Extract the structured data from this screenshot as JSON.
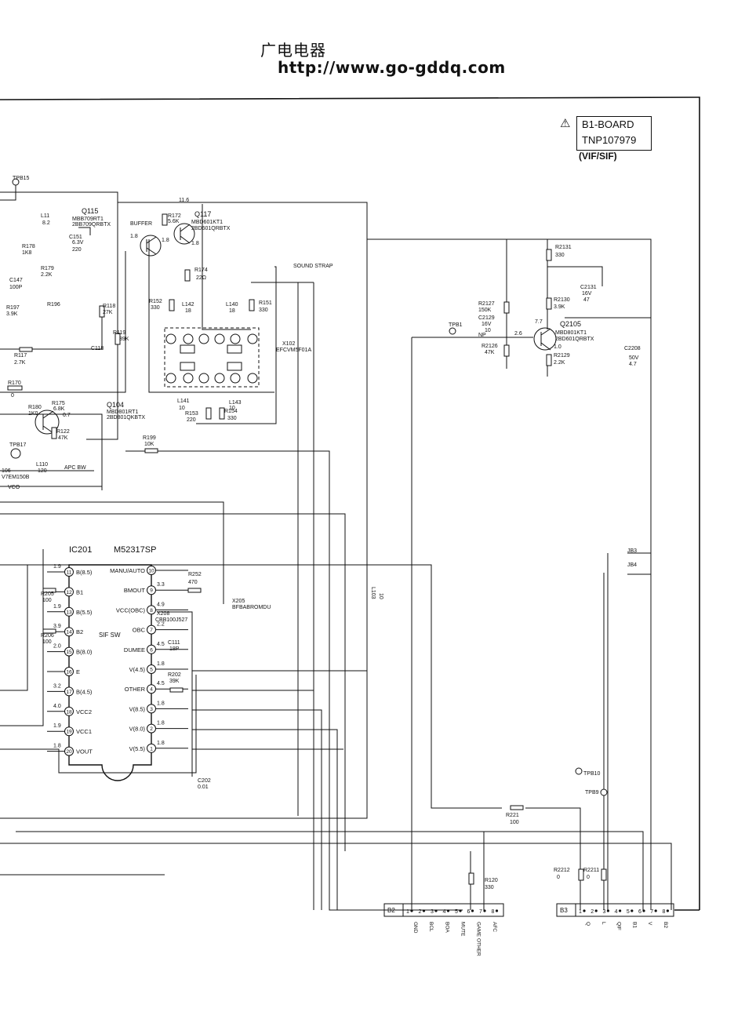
{
  "header": {
    "site_cn": "广电电器",
    "url": "http://www.go-gddq.com"
  },
  "board": {
    "warning": "⚠",
    "name": "B1-BOARD",
    "part": "TNP107979",
    "function": "(VIF/SIF)"
  },
  "ic": {
    "ref": "IC201",
    "part": "M52317SP",
    "left_pins": [
      {
        "num": "11",
        "label": "B(8.5)",
        "volt": "1.9"
      },
      {
        "num": "12",
        "label": "B1",
        "volt": ""
      },
      {
        "num": "13",
        "label": "B(5.5)",
        "volt": "1.9"
      },
      {
        "num": "14",
        "label": "B2",
        "volt": "3.9"
      },
      {
        "num": "15",
        "label": "B(8.0)",
        "volt": "2.0"
      },
      {
        "num": "16",
        "label": "E",
        "volt": ""
      },
      {
        "num": "17",
        "label": "B(4.5)",
        "volt": "3.2"
      },
      {
        "num": "18",
        "label": "VCC2",
        "volt": "4.0"
      },
      {
        "num": "19",
        "label": "VCC1",
        "volt": "1.9"
      },
      {
        "num": "20",
        "label": "VOUT",
        "volt": "1.8"
      }
    ],
    "right_pins": [
      {
        "num": "10",
        "label": "MANU/AUTO",
        "volt": ""
      },
      {
        "num": "9",
        "label": "BMOUT",
        "volt": "3.3"
      },
      {
        "num": "8",
        "label": "VCC(OBC)",
        "volt": "4.9"
      },
      {
        "num": "7",
        "label": "OBC",
        "volt": "2.2"
      },
      {
        "num": "6",
        "label": "DUMEE",
        "volt": "4.5"
      },
      {
        "num": "5",
        "label": "V(4.5)",
        "volt": "1.8"
      },
      {
        "num": "4",
        "label": "OTHER",
        "volt": "4.5"
      },
      {
        "num": "3",
        "label": "V(8.5)",
        "volt": "1.8"
      },
      {
        "num": "2",
        "label": "V(8.0)",
        "volt": "1.8"
      },
      {
        "num": "1",
        "label": "V(5.5)",
        "volt": "1.8"
      }
    ],
    "sif_sw": "SIF SW"
  },
  "labels": [
    {
      "id": "tpb15",
      "text": "TPB15"
    },
    {
      "id": "l11",
      "text": "L11"
    },
    {
      "id": "l11v",
      "text": "8.2"
    },
    {
      "id": "q115",
      "text": "Q115"
    },
    {
      "id": "q115a",
      "text": "MBB709RT1"
    },
    {
      "id": "q115b",
      "text": "2BB709QRBTX"
    },
    {
      "id": "c151",
      "text": "C151"
    },
    {
      "id": "c151a",
      "text": "6.3V"
    },
    {
      "id": "c151b",
      "text": "220"
    },
    {
      "id": "r178",
      "text": "R178"
    },
    {
      "id": "r178v",
      "text": "1K8"
    },
    {
      "id": "r179",
      "text": "R179"
    },
    {
      "id": "r179v",
      "text": "2.2K"
    },
    {
      "id": "c147",
      "text": "C147"
    },
    {
      "id": "c147v",
      "text": "100P"
    },
    {
      "id": "r196",
      "text": "R196"
    },
    {
      "id": "r197",
      "text": "R197"
    },
    {
      "id": "r197v",
      "text": "3.9K"
    },
    {
      "id": "r118",
      "text": "R118"
    },
    {
      "id": "r118v",
      "text": "27K"
    },
    {
      "id": "c118",
      "text": "C118"
    },
    {
      "id": "r119",
      "text": "R119"
    },
    {
      "id": "r119v",
      "text": "39K"
    },
    {
      "id": "r117",
      "text": "R117"
    },
    {
      "id": "r117v",
      "text": "2.7K"
    },
    {
      "id": "r170",
      "text": "R170"
    },
    {
      "id": "r170v",
      "text": "0"
    },
    {
      "id": "r180",
      "text": "R180"
    },
    {
      "id": "r180v",
      "text": "1K0"
    },
    {
      "id": "r175",
      "text": "R175"
    },
    {
      "id": "r175v",
      "text": "6.8K"
    },
    {
      "id": "q104v",
      "text": "0.7"
    },
    {
      "id": "q104",
      "text": "Q104"
    },
    {
      "id": "q104a",
      "text": "MBD801RT1"
    },
    {
      "id": "q104b",
      "text": "2BD801QKBTX"
    },
    {
      "id": "r122",
      "text": "R122"
    },
    {
      "id": "r122v",
      "text": "47K"
    },
    {
      "id": "tpb17",
      "text": "TPB17"
    },
    {
      "id": "l110",
      "text": "L110"
    },
    {
      "id": "l110v",
      "text": "120"
    },
    {
      "id": "apcbw",
      "text": "APC BW"
    },
    {
      "id": "vco",
      "text": "VCO"
    },
    {
      "id": "x106",
      "text": "106"
    },
    {
      "id": "x106p",
      "text": "V7EM150B"
    },
    {
      "id": "v116",
      "text": "11.6"
    },
    {
      "id": "buffer",
      "text": "BUFFER"
    },
    {
      "id": "r172",
      "text": "R172"
    },
    {
      "id": "r172v",
      "text": "5.6K"
    },
    {
      "id": "q117",
      "text": "Q117"
    },
    {
      "id": "q117a",
      "text": "MBD601KT1"
    },
    {
      "id": "q117b",
      "text": "2BD601QRBTX"
    },
    {
      "id": "v18a",
      "text": "1.8"
    },
    {
      "id": "v18b",
      "text": "1.8"
    },
    {
      "id": "v18c",
      "text": "1.8"
    },
    {
      "id": "r174",
      "text": "R174"
    },
    {
      "id": "r174v",
      "text": "22Ω"
    },
    {
      "id": "soundstrap",
      "text": "SOUND STRAP"
    },
    {
      "id": "r152",
      "text": "R152"
    },
    {
      "id": "r152v",
      "text": "330"
    },
    {
      "id": "l142",
      "text": "L142"
    },
    {
      "id": "l142v",
      "text": "18"
    },
    {
      "id": "l140",
      "text": "L140"
    },
    {
      "id": "l140v",
      "text": "18"
    },
    {
      "id": "r151",
      "text": "R151"
    },
    {
      "id": "r151v",
      "text": "330"
    },
    {
      "id": "x102",
      "text": "X102"
    },
    {
      "id": "x102p",
      "text": "EFCVM5F01A"
    },
    {
      "id": "l141",
      "text": "L141"
    },
    {
      "id": "l141v",
      "text": "10"
    },
    {
      "id": "r153",
      "text": "R153"
    },
    {
      "id": "r153v",
      "text": "220"
    },
    {
      "id": "r154",
      "text": "R154"
    },
    {
      "id": "r154v",
      "text": "330"
    },
    {
      "id": "l143",
      "text": "L143"
    },
    {
      "id": "l143v",
      "text": "10"
    },
    {
      "id": "r199",
      "text": "R199"
    },
    {
      "id": "r199v",
      "text": "10K"
    },
    {
      "id": "r2131",
      "text": "R2131"
    },
    {
      "id": "r2131v",
      "text": "330"
    },
    {
      "id": "c2131",
      "text": "C2131"
    },
    {
      "id": "c2131a",
      "text": "16V"
    },
    {
      "id": "c2131b",
      "text": "47"
    },
    {
      "id": "r2127",
      "text": "R2127"
    },
    {
      "id": "r2127v",
      "text": "150K"
    },
    {
      "id": "c2129",
      "text": "C2129"
    },
    {
      "id": "c2129a",
      "text": "16V"
    },
    {
      "id": "c2129b",
      "text": "10"
    },
    {
      "id": "np",
      "text": "NP"
    },
    {
      "id": "r2130",
      "text": "R2130"
    },
    {
      "id": "r2130v",
      "text": "3.9K"
    },
    {
      "id": "tpb1",
      "text": "TPB1"
    },
    {
      "id": "v26",
      "text": "2.6"
    },
    {
      "id": "v77",
      "text": "7.7"
    },
    {
      "id": "q2105",
      "text": "Q2105"
    },
    {
      "id": "q2105a",
      "text": "MBD801KT1"
    },
    {
      "id": "q2105b",
      "text": "2BD601QRBTX"
    },
    {
      "id": "v10",
      "text": "1.0"
    },
    {
      "id": "r2126",
      "text": "R2126"
    },
    {
      "id": "r2126v",
      "text": "47K"
    },
    {
      "id": "r2129",
      "text": "R2129"
    },
    {
      "id": "r2129v",
      "text": "2.2K"
    },
    {
      "id": "c2208",
      "text": "C2208"
    },
    {
      "id": "c2208a",
      "text": "50V"
    },
    {
      "id": "c2208b",
      "text": "4.7"
    },
    {
      "id": "jb3",
      "text": "JB3"
    },
    {
      "id": "jb4",
      "text": "JB4"
    },
    {
      "id": "l103",
      "text": "L103"
    },
    {
      "id": "l103v",
      "text": "10"
    },
    {
      "id": "r252",
      "text": "R252"
    },
    {
      "id": "r252v",
      "text": "470"
    },
    {
      "id": "x205",
      "text": "X205"
    },
    {
      "id": "x205p",
      "text": "BFBABROMDU"
    },
    {
      "id": "x208",
      "text": "X208"
    },
    {
      "id": "x208p",
      "text": "CBB100J527"
    },
    {
      "id": "c111",
      "text": "C111"
    },
    {
      "id": "c111v",
      "text": "18P"
    },
    {
      "id": "r202",
      "text": "R202"
    },
    {
      "id": "r202v",
      "text": "39K"
    },
    {
      "id": "r205",
      "text": "R205"
    },
    {
      "id": "r205v",
      "text": "100"
    },
    {
      "id": "r206",
      "text": "R206"
    },
    {
      "id": "r206v",
      "text": "100"
    },
    {
      "id": "c202",
      "text": "C202"
    },
    {
      "id": "c202v",
      "text": "0.01"
    },
    {
      "id": "tpb10",
      "text": "TPB10"
    },
    {
      "id": "tpb9",
      "text": "TPB9"
    },
    {
      "id": "r221",
      "text": "R221"
    },
    {
      "id": "r221v",
      "text": "100"
    },
    {
      "id": "r2212",
      "text": "R2212"
    },
    {
      "id": "r2212v",
      "text": "0"
    },
    {
      "id": "r2211",
      "text": "R2211"
    },
    {
      "id": "r2211v",
      "text": "0"
    },
    {
      "id": "r120",
      "text": "R120"
    },
    {
      "id": "r120v",
      "text": "330"
    },
    {
      "id": "b2",
      "text": "B2"
    },
    {
      "id": "b3",
      "text": "B3"
    }
  ],
  "connector_b2": {
    "pins": [
      "1",
      "2",
      "3",
      "4",
      "5",
      "6",
      "7",
      "8"
    ],
    "signals": [
      "GND",
      "BCL",
      "BOA",
      "MUTE",
      "GAME OTHER",
      "AFC"
    ]
  },
  "connector_b3": {
    "pins": [
      "1",
      "2",
      "3",
      "4",
      "5",
      "6",
      "7",
      "8"
    ],
    "signals": [
      "Q",
      "L",
      "QIF",
      "B1",
      "V",
      "B2"
    ]
  }
}
